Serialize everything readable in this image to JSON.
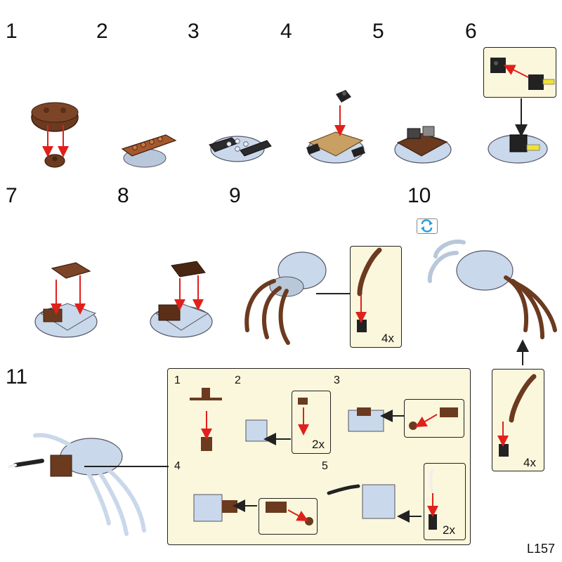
{
  "steps": [
    "1",
    "2",
    "3",
    "4",
    "5",
    "6",
    "7",
    "8",
    "9",
    "10",
    "11"
  ],
  "sub_steps": [
    "1",
    "2",
    "3",
    "4",
    "5"
  ],
  "quantities": {
    "step9": "4x",
    "step10": "4x",
    "sub2": "2x",
    "sub5": "2x"
  },
  "model_code": "L157",
  "icons": {
    "rotate": "rotate-model-icon"
  },
  "colors": {
    "panel_bg": "#fbf7dc",
    "arrow_red": "#e0201b",
    "brick_brown": "#6b3a1f",
    "brick_tan": "#c9a063",
    "brick_light_blue": "#c9d8ea",
    "brick_black": "#222222",
    "accent_blue": "#2a9ee0"
  }
}
